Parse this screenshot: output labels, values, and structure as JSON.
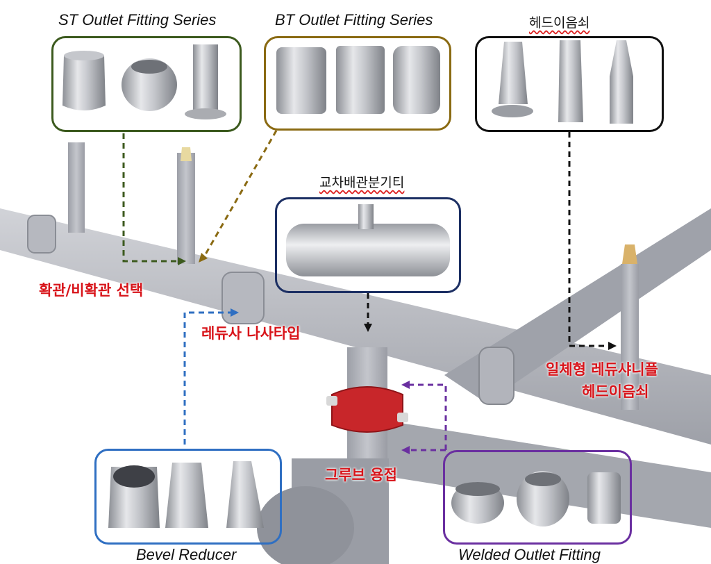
{
  "boxes": {
    "st_outlet": {
      "title": "ST Outlet Fitting Series",
      "border_color": "#3c5a1e"
    },
    "bt_outlet": {
      "title": "BT Outlet Fitting Series",
      "border_color": "#8a6a12"
    },
    "head_nipple": {
      "title": "헤드이음쇠",
      "border_color": "#111111"
    },
    "cross_tee": {
      "title": "교차배관분기티",
      "border_color": "#1c2f63"
    },
    "bevel_reducer": {
      "title": "Bevel Reducer",
      "border_color": "#2f6fc2"
    },
    "welded_outlet": {
      "title": "Welded Outlet Fitting",
      "border_color": "#6a2fa0"
    }
  },
  "labels": {
    "expand_select": "확관/비확관 선택",
    "reducer_thread": "레듀사 나사타입",
    "integrated_line1": "일체형 레듀샤니플",
    "integrated_line2": "헤드이음쇠",
    "groove_weld": "그루브 용접"
  },
  "colors": {
    "label_red": "#d8141a",
    "pipe": "#a9abb3",
    "pipe_dark": "#7f828c",
    "coupling_red": "#c8262a",
    "arrow_st": "#3c5a1e",
    "arrow_bt": "#8a6a12",
    "arrow_head": "#111111",
    "arrow_tee": "#111111",
    "arrow_bevel": "#2f6fc2",
    "arrow_welded": "#6a2fa0"
  }
}
